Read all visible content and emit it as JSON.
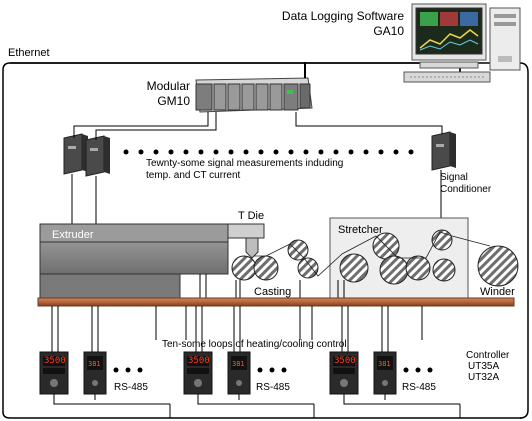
{
  "labels": {
    "software_title": "Data Logging Software",
    "software_model": "GA10",
    "network": "Ethernet",
    "modular_title": "Modular",
    "modular_model": "GM10",
    "signals_line1": "Tewnty-some signal measurements induding",
    "signals_line2": "temp. and CT current",
    "signal_conditioner_line1": "Signal",
    "signal_conditioner_line2": "Conditioner",
    "t_die": "T Die",
    "extruder": "Extruder",
    "stretcher": "Stretcher",
    "casting": "Casting",
    "winder": "Winder",
    "loops": "Ten-some loops of heating/cooling control",
    "controller_line1": "Controller",
    "controller_line2": "UT35A",
    "controller_line3": "UT32A",
    "rs485": "RS-485",
    "controller_display": "3500"
  },
  "colors": {
    "rail": "#b5653a",
    "extruder_fill": "#8a8a8a",
    "stretcher_fill": "#ededed",
    "controller_body": "#2a2a2a",
    "controller_display": "#ff3b1f"
  }
}
